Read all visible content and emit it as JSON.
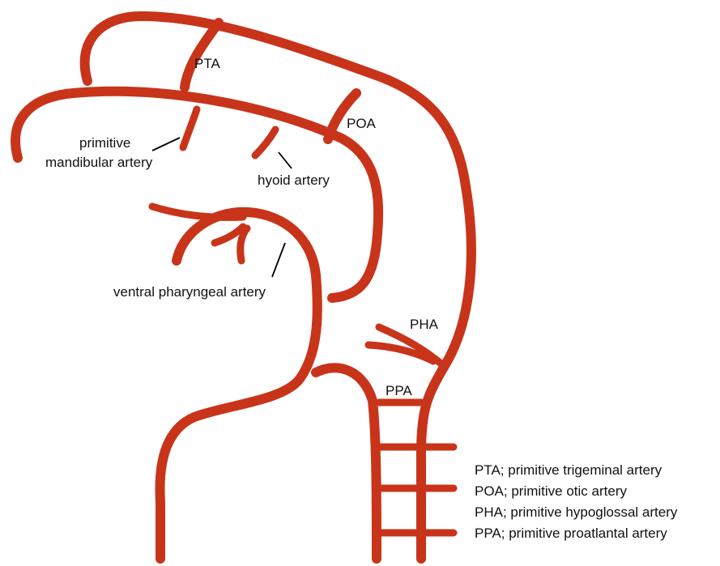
{
  "labels": {
    "pta": "PTA",
    "poa": "POA",
    "pha": "PHA",
    "ppa": "PPA",
    "mandibular_line1": "primitive",
    "mandibular_line2": "mandibular artery",
    "hyoid": "hyoid artery",
    "ventral_pharyngeal": "ventral pharyngeal artery"
  },
  "legend": [
    "PTA; primitive trigeminal artery",
    "POA; primitive otic artery",
    "PHA; primitive hypoglossal artery",
    "PPA; primitive proatlantal artery"
  ],
  "colors": {
    "vessel": "#c8341a",
    "leader": "#000000",
    "text": "#111111"
  }
}
